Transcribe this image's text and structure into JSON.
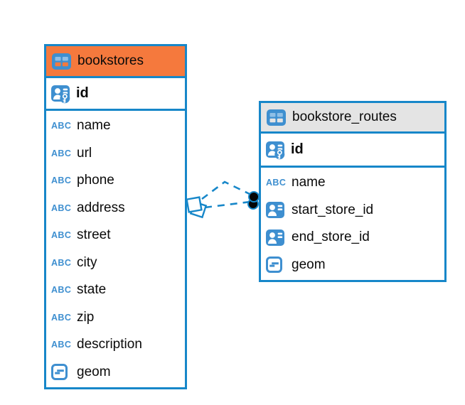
{
  "colors": {
    "accent_blue": "#1787C9",
    "icon_blue": "#3E8FD0",
    "icon_blue_light": "#8FBFE6",
    "header_orange": "#F5793D",
    "header_gray": "#E4E4E4",
    "background": "#FFFFFF",
    "text": "#0A0A0A",
    "endpoint_dot": "#050505"
  },
  "glyphs": {
    "text_type": "ABC"
  },
  "tables": [
    {
      "name": "bookstores",
      "header_color": "#F5793D",
      "columns": [
        {
          "label": "id",
          "type": "primary-key"
        },
        {
          "label": "name",
          "type": "text"
        },
        {
          "label": "url",
          "type": "text"
        },
        {
          "label": "phone",
          "type": "text"
        },
        {
          "label": "address",
          "type": "text"
        },
        {
          "label": "street",
          "type": "text"
        },
        {
          "label": "city",
          "type": "text"
        },
        {
          "label": "state",
          "type": "text"
        },
        {
          "label": "zip",
          "type": "text"
        },
        {
          "label": "description",
          "type": "text"
        },
        {
          "label": "geom",
          "type": "geometry"
        }
      ]
    },
    {
      "name": "bookstore_routes",
      "header_color": "#E4E4E4",
      "columns": [
        {
          "label": "id",
          "type": "primary-key"
        },
        {
          "label": "name",
          "type": "text"
        },
        {
          "label": "start_store_id",
          "type": "foreign-key"
        },
        {
          "label": "end_store_id",
          "type": "foreign-key"
        },
        {
          "label": "geom",
          "type": "geometry"
        }
      ]
    }
  ],
  "relationships": [
    {
      "between": [
        "bookstores",
        "bookstore_routes"
      ],
      "line_style": "dashed",
      "left_marker": "overlapping-squares",
      "right_marker": "black-dot"
    },
    {
      "between": [
        "bookstores",
        "bookstore_routes"
      ],
      "line_style": "dashed",
      "left_marker": "overlapping-squares",
      "right_marker": "black-dot"
    }
  ]
}
